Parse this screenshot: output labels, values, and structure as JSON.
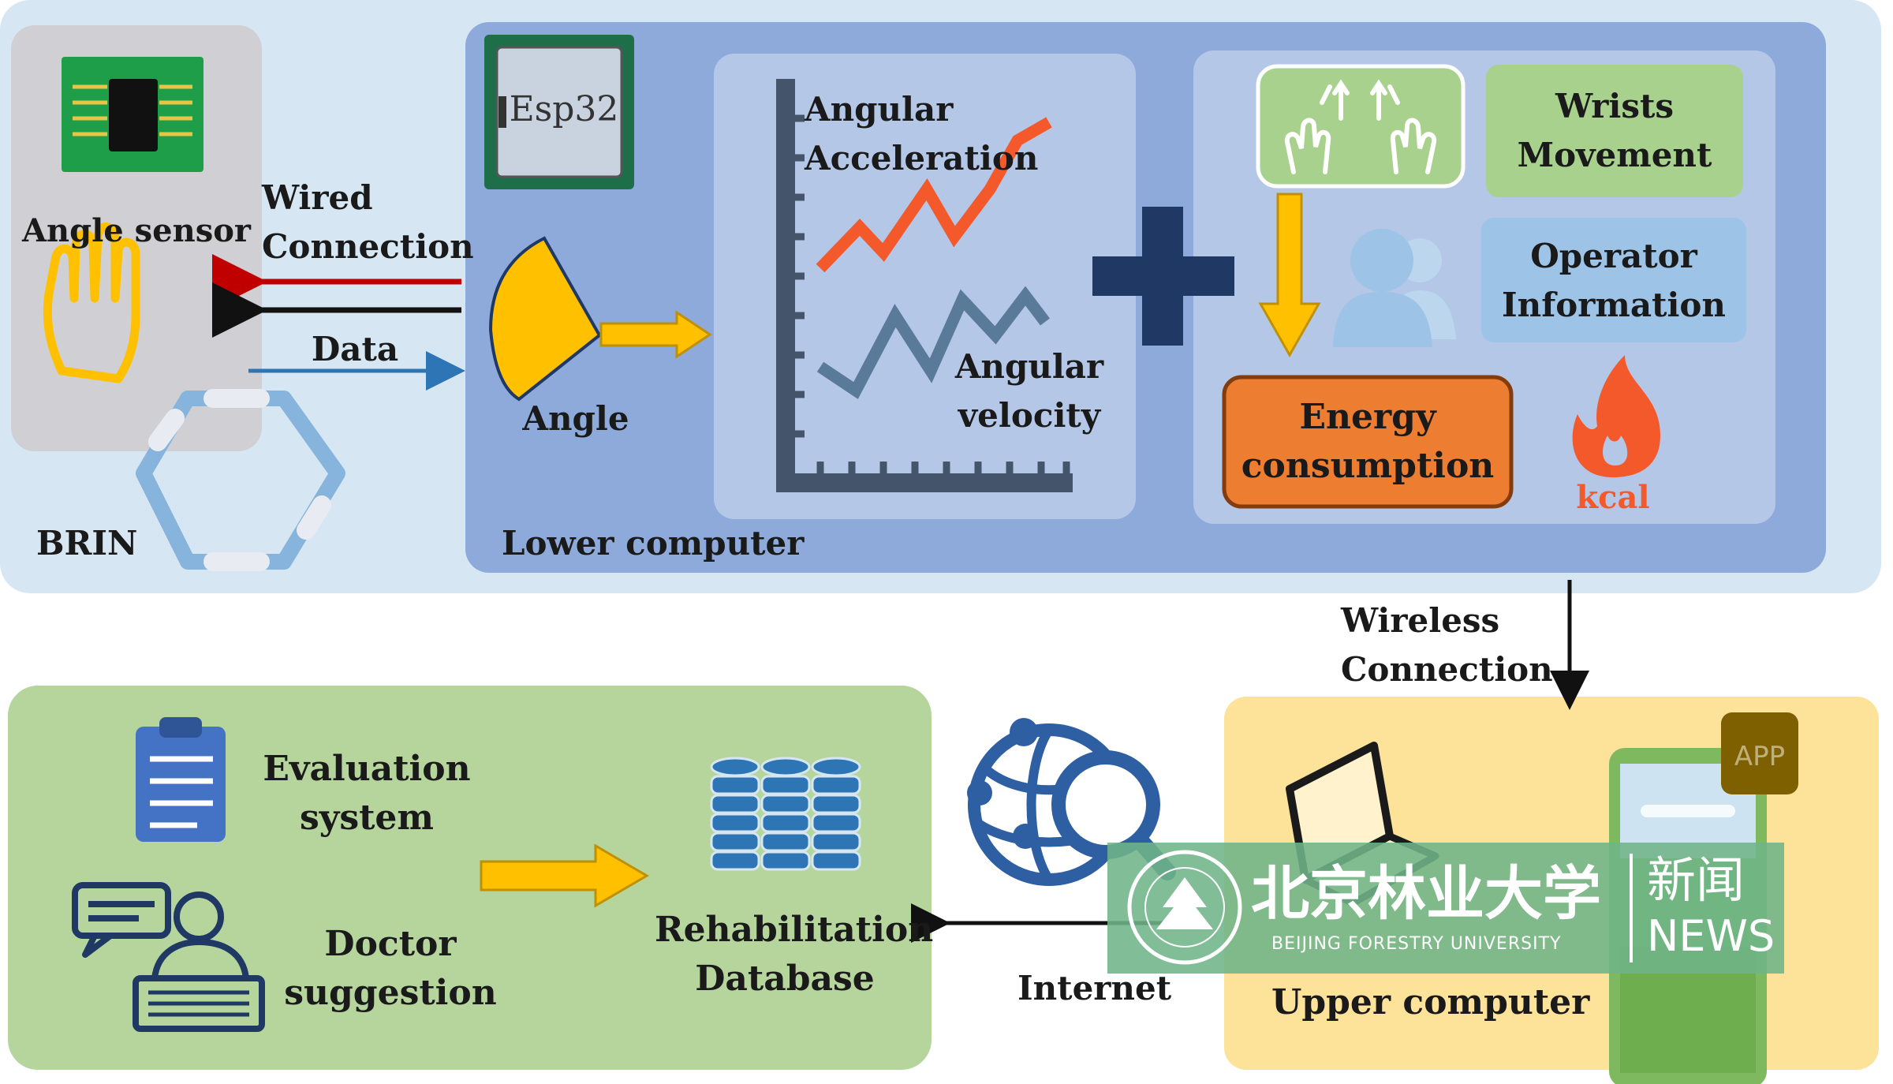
{
  "top_section": {
    "sensor": {
      "label": "Angle sensor"
    },
    "wired_label": [
      "Wired",
      "Connection"
    ],
    "data_label": "Data",
    "brin_label": "BRIN",
    "lower_computer": {
      "label": "Lower computer",
      "chip_label": "Esp32",
      "angle_label": "Angle",
      "graph": {
        "accel_label": [
          "Angular",
          "Acceleration"
        ],
        "velocity_label": [
          "Angular",
          "velocity"
        ]
      },
      "plus_symbol": "+",
      "wrists_label": [
        "Wrists",
        "Movement"
      ],
      "operator_label": [
        "Operator",
        "Information"
      ],
      "energy_label": [
        "Energy",
        "consumption"
      ],
      "kcal_label": "kcal"
    }
  },
  "wireless_label": [
    "Wireless",
    "Connection"
  ],
  "upper_computer": {
    "label": "Upper computer",
    "app_badge": "APP"
  },
  "bottom_section": {
    "evaluation_label": [
      "Evaluation",
      "system"
    ],
    "doctor_label": [
      "Doctor",
      "suggestion"
    ],
    "database_label": [
      "Rehabilitation",
      "Database"
    ],
    "internet_label": "Internet"
  },
  "watermark": {
    "chinese_name": "北京林业大学",
    "english_name": "BEIJING FORESTRY UNIVERSITY",
    "news_cn": "新闻",
    "news_en": "NEWS"
  },
  "colors": {
    "top_bg": "#d7e6f3",
    "lower_computer_bg": "#8eaadb",
    "inner_panel_bg": "#b4c7e7",
    "bottom_bg": "#b5d59d",
    "upper_bg": "#fde299",
    "arrow_yellow": "#ffc000",
    "energy_orange": "#ed7d31",
    "navy": "#203864",
    "accel_line": "#f4592b",
    "velocity_line": "#5a7a9a"
  }
}
